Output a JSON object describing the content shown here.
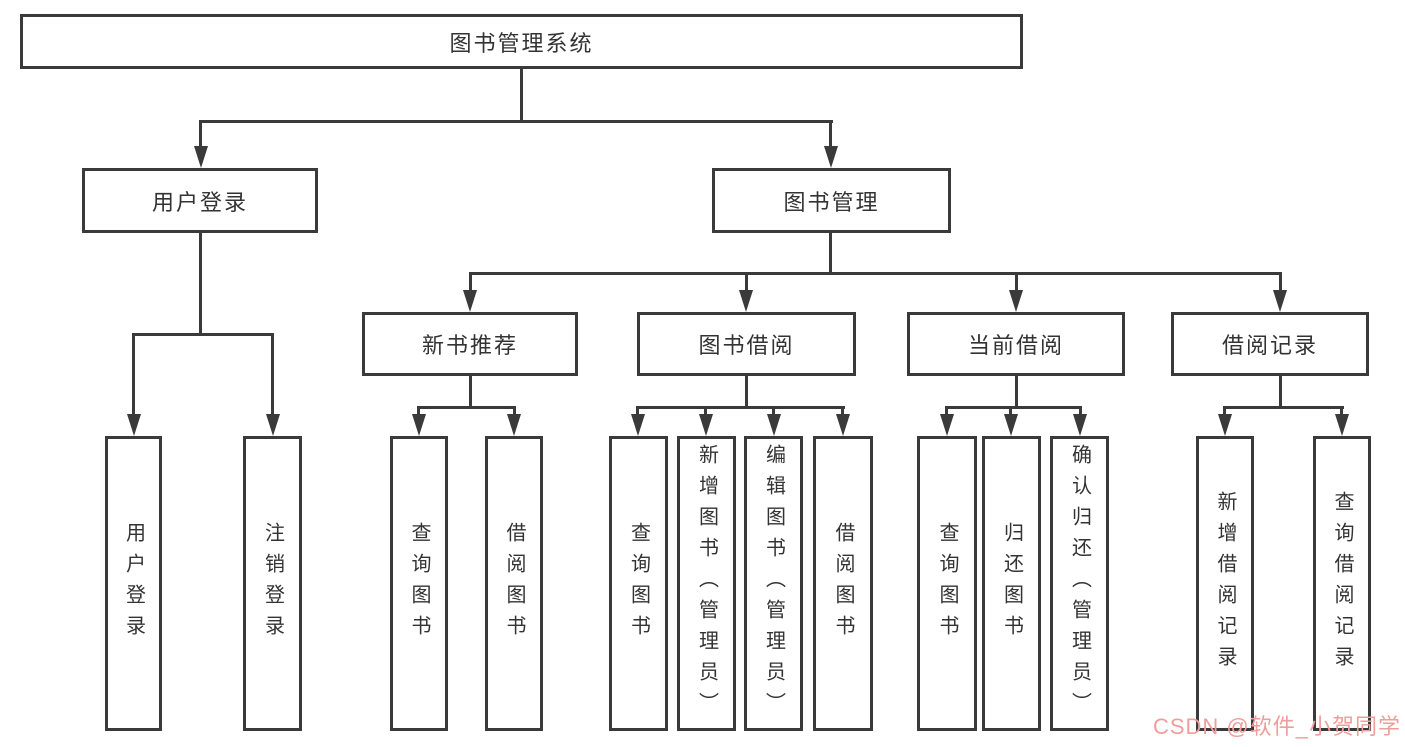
{
  "diagram": {
    "title_node": "root",
    "root": {
      "label": "图书管理系统"
    },
    "branches": [
      {
        "label": "用户登录",
        "children": [
          {
            "label": "用户登录"
          },
          {
            "label": "注销登录"
          }
        ]
      },
      {
        "label": "图书管理",
        "children": [
          {
            "label": "新书推荐",
            "children": [
              {
                "label": "查询图书"
              },
              {
                "label": "借阅图书"
              }
            ]
          },
          {
            "label": "图书借阅",
            "children": [
              {
                "label": "查询图书"
              },
              {
                "label": "新增图书（管理员）"
              },
              {
                "label": "编辑图书（管理员）"
              },
              {
                "label": "借阅图书"
              }
            ]
          },
          {
            "label": "当前借阅",
            "children": [
              {
                "label": "查询图书"
              },
              {
                "label": "归还图书"
              },
              {
                "label": "确认归还（管理员）"
              }
            ]
          },
          {
            "label": "借阅记录",
            "children": [
              {
                "label": "新增借阅记录"
              },
              {
                "label": "查询借阅记录"
              }
            ]
          }
        ]
      }
    ]
  },
  "watermark": {
    "text": "CSDN @软件_小贺同学",
    "color": "#ef9e9b"
  },
  "colors": {
    "line": "#3a3a3a",
    "text": "#333333",
    "background": "#ffffff"
  }
}
